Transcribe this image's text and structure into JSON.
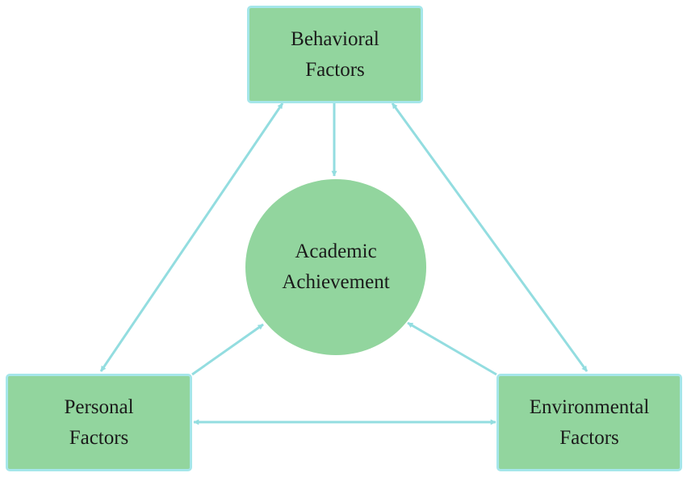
{
  "colors": {
    "node_fill": "#92d59e",
    "node_border": "#a5e6ea",
    "arrow": "#93dde0",
    "text": "#1a1a1a",
    "background": "#ffffff"
  },
  "nodes": {
    "behavioral": {
      "line1": "Behavioral",
      "line2": "Factors"
    },
    "personal": {
      "line1": "Personal",
      "line2": "Factors"
    },
    "environmental": {
      "line1": "Environmental",
      "line2": "Factors"
    },
    "academic": {
      "line1": "Academic",
      "line2": "Achievement"
    }
  },
  "edges": [
    {
      "from": "behavioral",
      "to": "academic",
      "direction": "one-way"
    },
    {
      "from": "personal",
      "to": "academic",
      "direction": "one-way"
    },
    {
      "from": "environmental",
      "to": "academic",
      "direction": "one-way"
    },
    {
      "from": "behavioral",
      "to": "personal",
      "direction": "both"
    },
    {
      "from": "behavioral",
      "to": "environmental",
      "direction": "both"
    },
    {
      "from": "personal",
      "to": "environmental",
      "direction": "both"
    }
  ]
}
